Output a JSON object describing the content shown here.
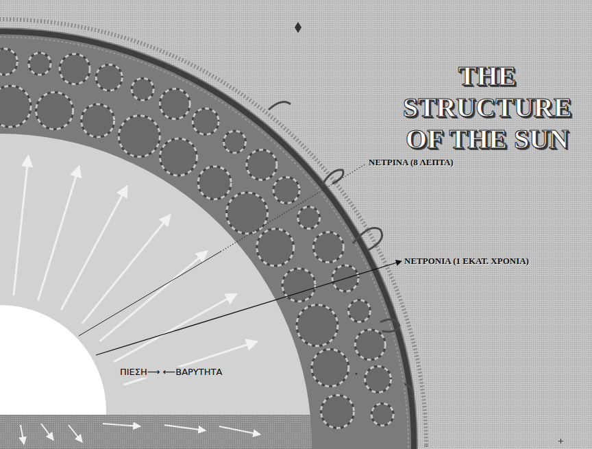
{
  "diagram": {
    "title": "THE STRUCTURE OF THE SUN",
    "labels": [
      "ΝΕΤΡΙΝΑ (8 ΛΕΠΤΑ)",
      "ΝΕΤΡΟΝΙΑ (1 ΕΚΑΤ. ΧΡΟΝΙΑ)",
      "ΠΙΕΣΗ⟶ ⟵ΒΑΡΥΤΗΤΑ"
    ]
  }
}
